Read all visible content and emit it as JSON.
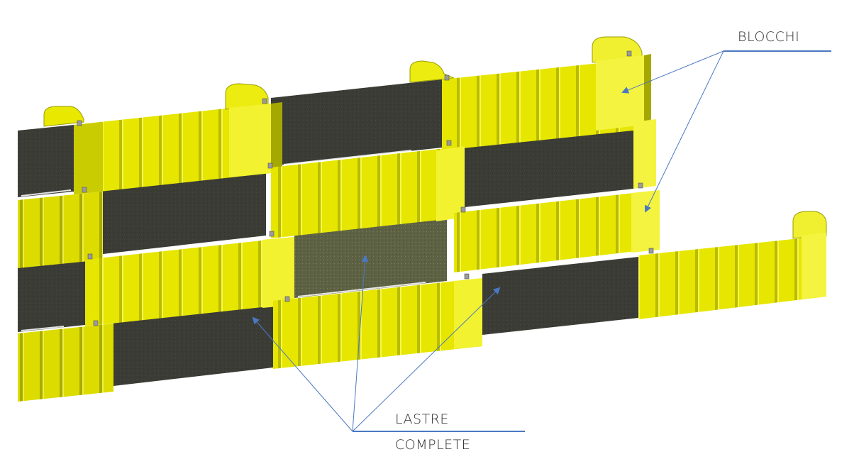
{
  "labels": {
    "blocchi": "BLOCCHI",
    "lastre_line1": "LASTRE",
    "lastre_line2": "COMPLETE"
  },
  "colors": {
    "block": "#f0f000",
    "block_shade": "#b5b800",
    "block_dark": "#8e9100",
    "panel": "#3a3a36",
    "panel_light": "#6b6e4a",
    "leader": "#4a78c2",
    "label_text": "#2b2b2b"
  }
}
